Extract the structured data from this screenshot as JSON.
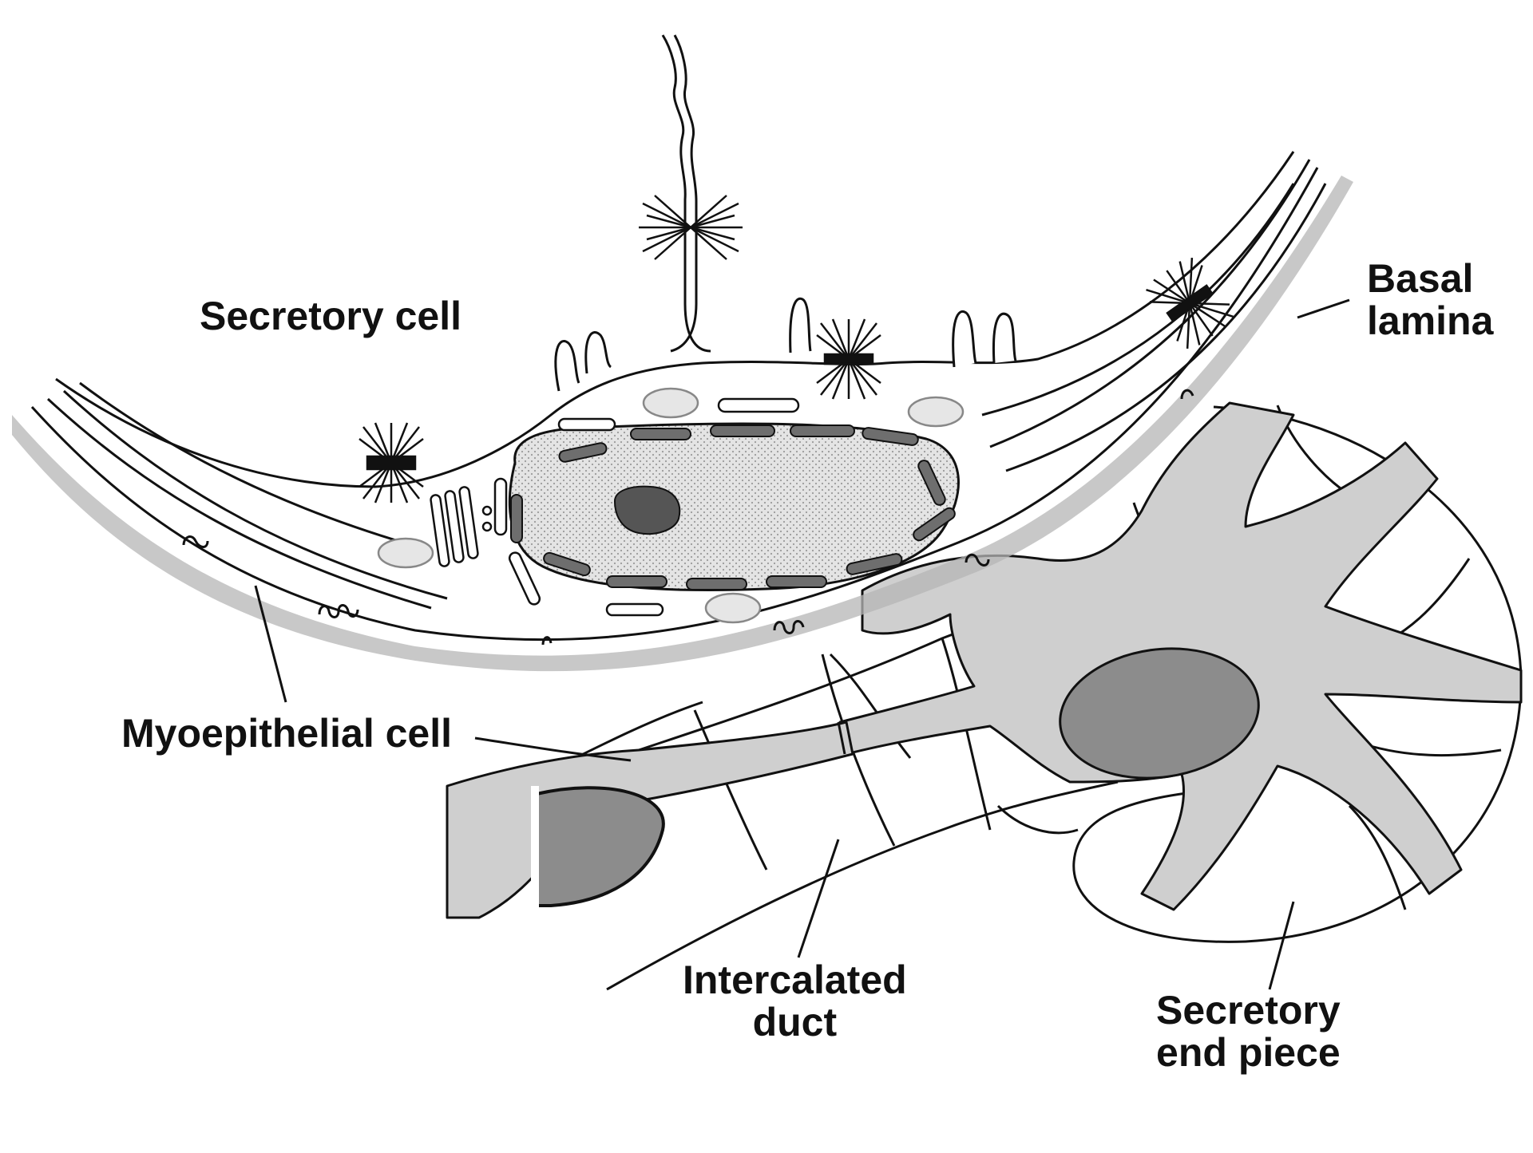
{
  "labels": {
    "secretory_cell": "Secretory cell",
    "basal_lamina": [
      "Basal",
      "lamina"
    ],
    "myoepithelial_cell": "Myoepithelial cell",
    "intercalated_duct": [
      "Intercalated",
      "duct"
    ],
    "secretory_end_piece": [
      "Secretory",
      "end piece"
    ]
  },
  "colors": {
    "outline": "#111111",
    "cytoplasm": "#cfcfcf",
    "nucleus": "#8c8c8c",
    "nucleus_light": "#d9d9d9",
    "basal_lamina": "#a8a8a8",
    "background": "#ffffff"
  }
}
